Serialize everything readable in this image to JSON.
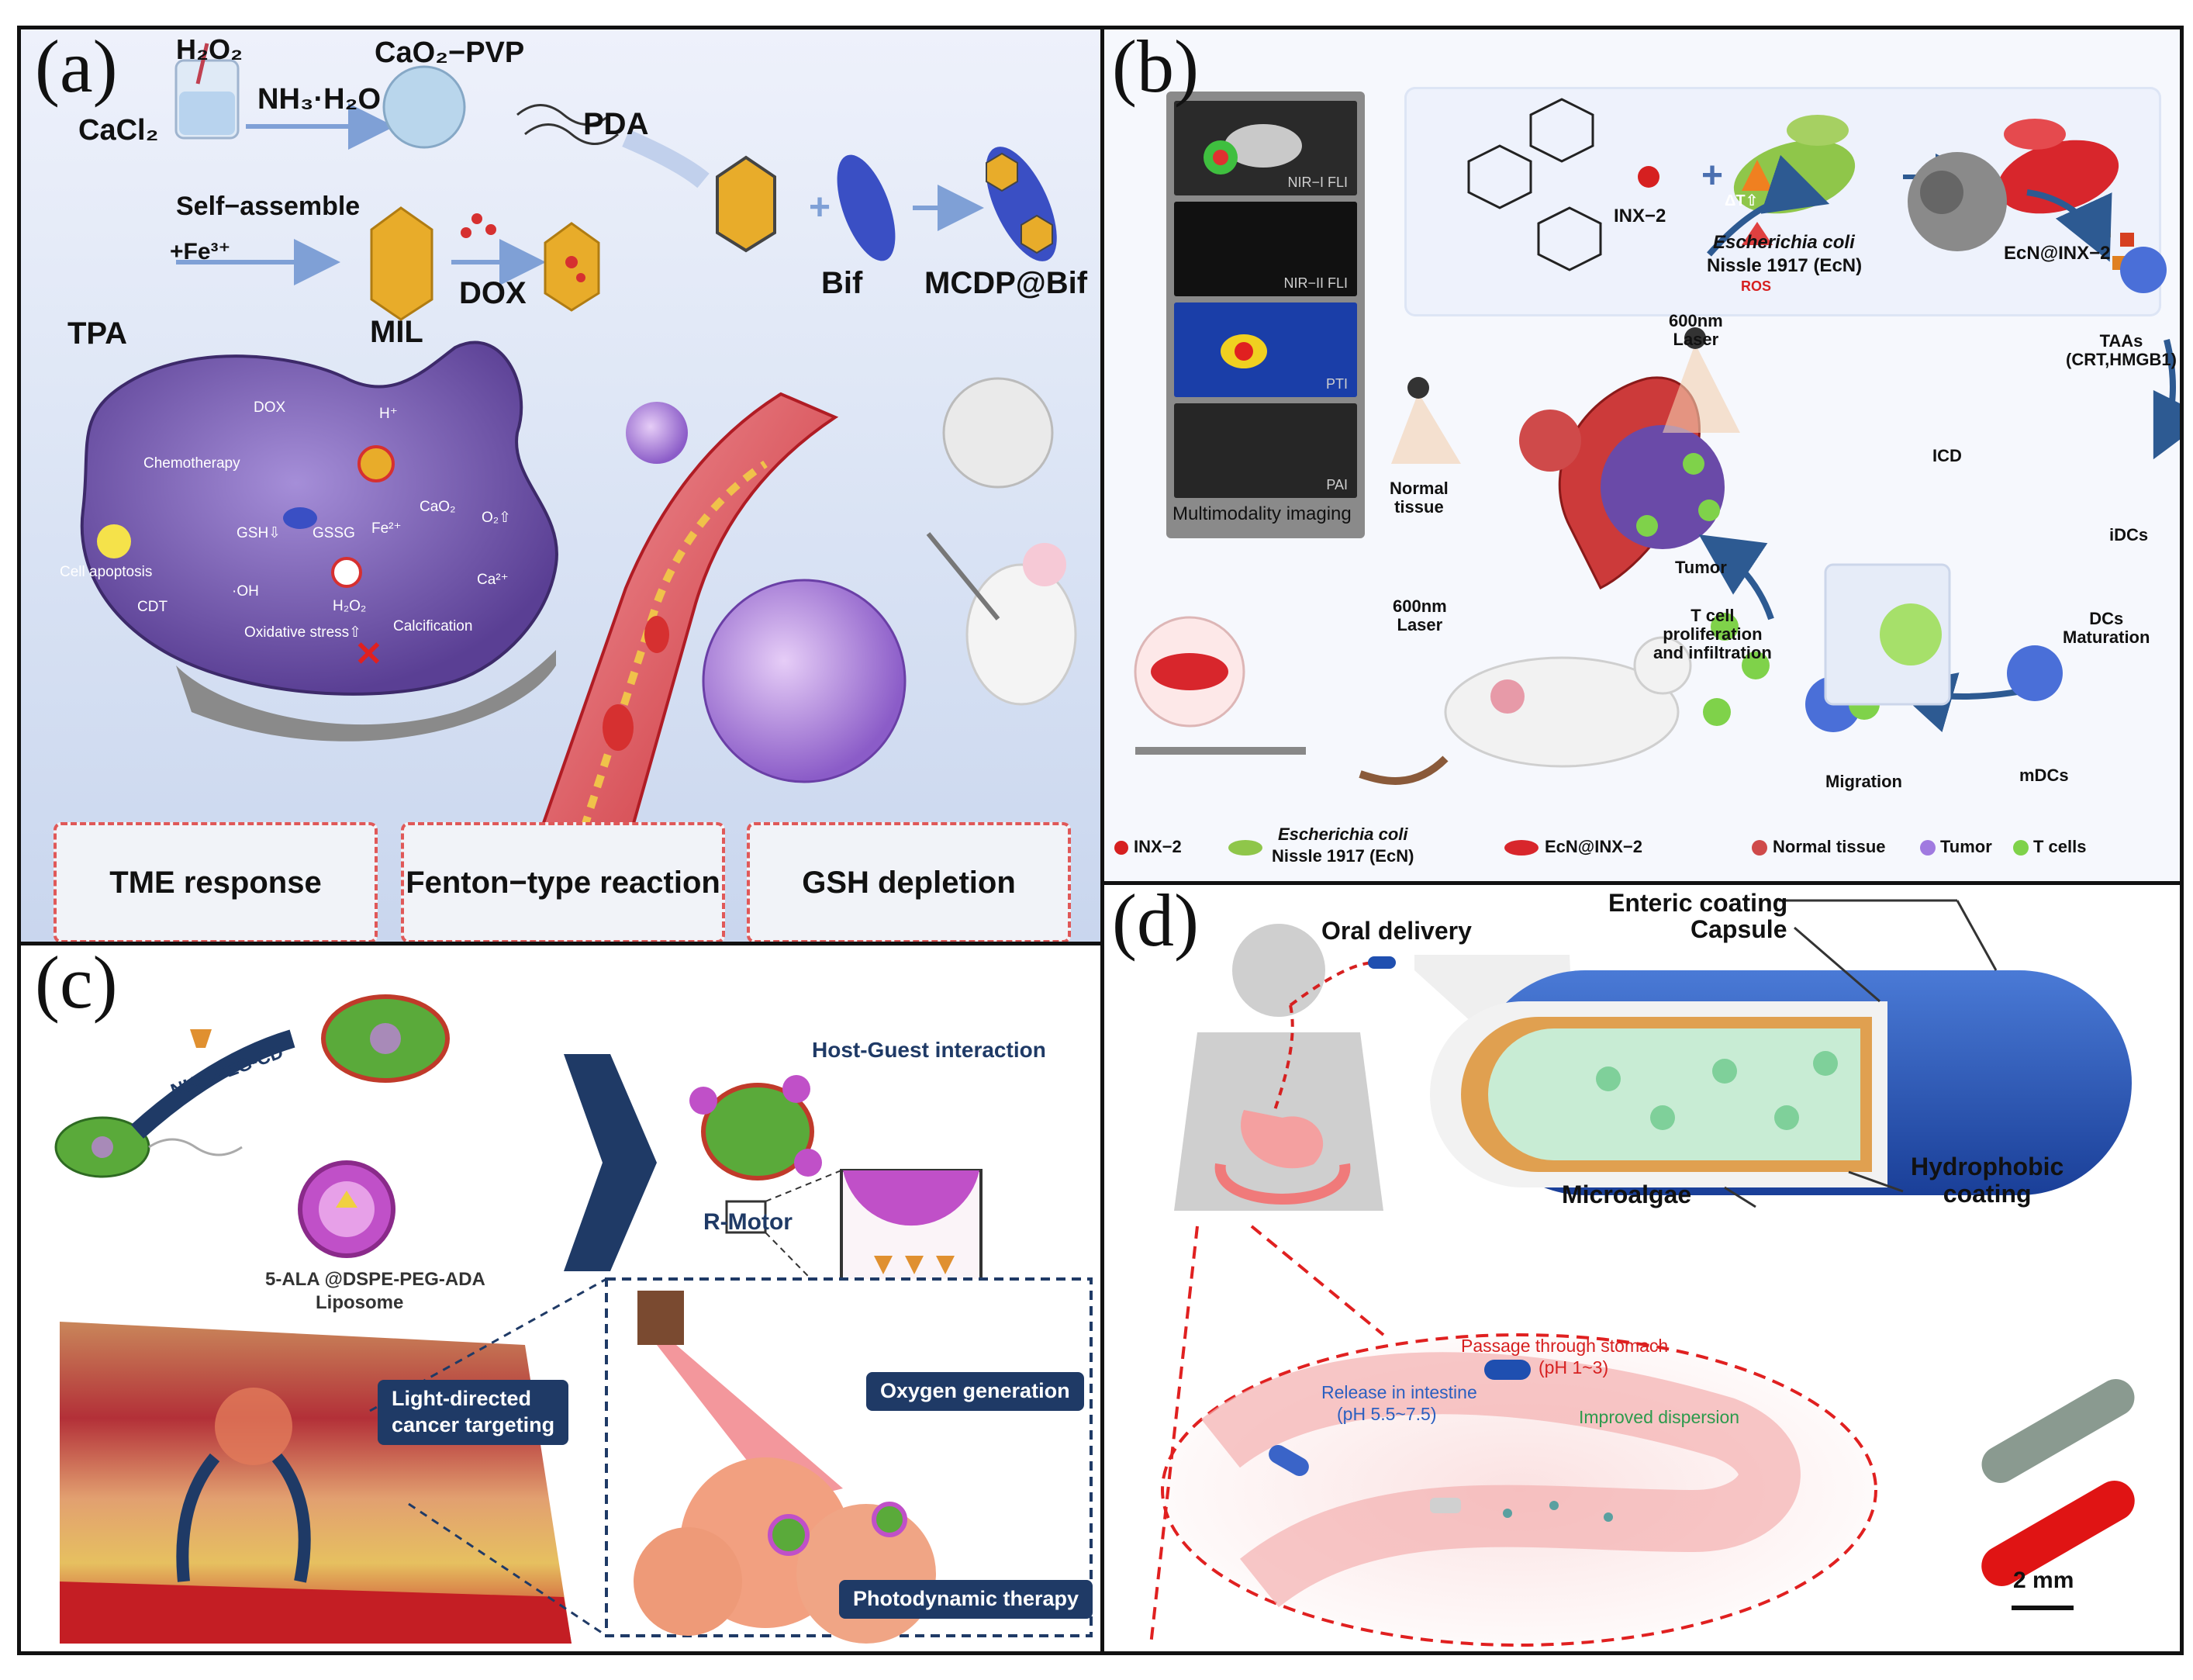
{
  "panel_labels": {
    "a": "(a)",
    "b": "(b)",
    "c": "(c)",
    "d": "(d)"
  },
  "panel_a": {
    "h2o2": "H₂O₂",
    "nh3h2o": "NH₃·H₂O",
    "cacl2": "CaCl₂",
    "cao2_pvp": "CaO₂−PVP",
    "pda": "PDA",
    "self_assemble": "Self−assemble",
    "fe3": "+Fe³⁺",
    "tpa": "TPA",
    "mil": "MIL",
    "dox": "DOX",
    "bif": "Bif",
    "mcdp_bif": "MCDP@Bif",
    "cell_labels": {
      "dox": "DOX",
      "chemotherapy": "Chemotherapy",
      "cell_apoptosis": "Cell apoptosis",
      "gsh": "GSH⇩",
      "gssg": "GSSG",
      "fe": "Fe²⁺",
      "cao2": "CaO₂",
      "o2": "O₂⇧",
      "cdt": "CDT",
      "oh": "·OH",
      "h2o2": "H₂O₂",
      "ca": "Ca²⁺",
      "oxidative_stress": "Oxidative stress⇧",
      "calcification": "Calcification",
      "h_plus": "H⁺"
    },
    "boxes": [
      "TME response",
      "Fenton−type reaction",
      "GSH depletion"
    ]
  },
  "panel_b": {
    "inx2": "INX−2",
    "ecoli": "Escherichia coli",
    "nissle": "Nissle 1917 (EcN)",
    "ecn_inx2": "EcN@INX−2",
    "imaging_tags": [
      "NIR−I FLI",
      "NIR−II FLI",
      "PTI",
      "PAI"
    ],
    "multimodality": "Multimodality imaging",
    "laser_top": "600nm\nLaser",
    "laser_bottom": "600nm\nLaser",
    "delta_t": "ΔT⇧",
    "ros": "ROS",
    "icd": "ICD",
    "taas": "TAAs\n(CRT,HMGB1)",
    "normal_tissue": "Normal\ntissue",
    "tumor": "Tumor",
    "idcs": "iDCs",
    "dcs_maturation": "DCs\nMaturation",
    "mdcs": "mDCs",
    "migration": "Migration",
    "tcell_prolif": "T cell\nproliferation\nand infiltration",
    "legend": {
      "inx2": "INX−2",
      "ecoli": "Escherichia coli",
      "nissle": "Nissle 1917 (EcN)",
      "ecn_inx2": "EcN@INX−2",
      "normal_tissue": "Normal tissue",
      "tumor": "Tumor",
      "tcells": "T cells"
    }
  },
  "panel_c": {
    "nhs_peg_cd": "NHS-PEG-CD",
    "liposome_name": "5-ALA @DSPE-PEG-ADA",
    "liposome": "Liposome",
    "host_guest": "Host-Guest interaction",
    "r_motor": "R-Motor",
    "light_directed": "Light-directed\ncancer targeting",
    "oxygen_generation": "Oxygen generation",
    "photodynamic_therapy": "Photodynamic therapy"
  },
  "panel_d": {
    "oral_delivery": "Oral delivery",
    "enteric_coating": "Enteric coating",
    "capsule": "Capsule",
    "microalgae": "Microalgae",
    "hydrophobic": "Hydrophobic\ncoating",
    "passage_stomach": "Passage through stomach",
    "ph_stomach": "(pH 1~3)",
    "release_intestine": "Release in intestine",
    "ph_intestine": "(pH 5.5~7.5)",
    "improved_dispersion": "Improved dispersion",
    "scale_bar": "2 mm"
  },
  "colors": {
    "frame": "#111111",
    "dashed_box": "#e05858",
    "badge_navy": "#1f3a66",
    "capsule_blue": "#1f4fb0",
    "tumor_purple": "#8b5cc8",
    "vessel_red": "#c8252c"
  }
}
